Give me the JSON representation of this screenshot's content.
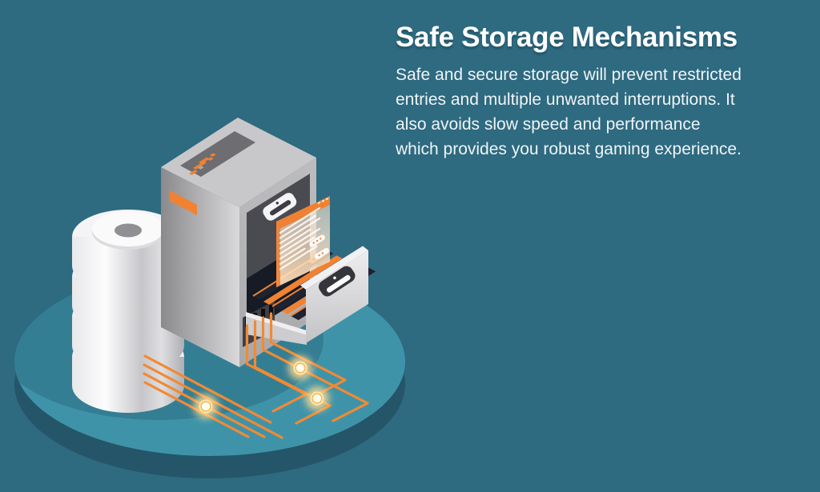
{
  "content": {
    "title": "Safe Storage Mechanisms",
    "body_lines": [
      "Safe and secure storage will prevent restricted",
      "entries and multiple unwanted interruptions. It",
      "also avoids slow speed and performance",
      "which provides you robust gaming experience."
    ]
  },
  "colors": {
    "background": "#2e6a80",
    "platform_top": "#3f93a9",
    "platform_side": "#255568",
    "accent_orange": "#f08232",
    "wire_orange": "#f18a33",
    "glow_yellow": "#ffd98f",
    "cabinet_top": "#c8c8ca",
    "panel_dark": "#4a4a51",
    "cavity_dark": "#161b26",
    "folder_navy": "#1d2330",
    "text_white": "#ffffff"
  }
}
